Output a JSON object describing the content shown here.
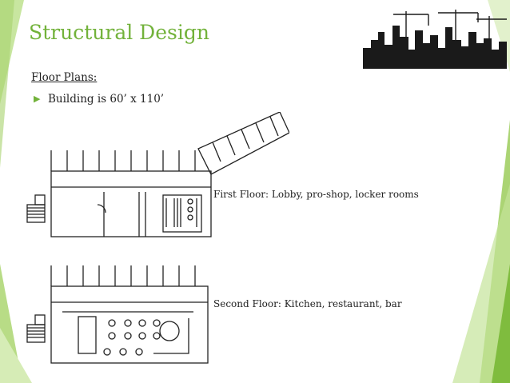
{
  "slide": {
    "title": "Structural Design",
    "subheading": "Floor Plans:",
    "bullet": "Building is 60’ x 110’"
  },
  "plans": [
    {
      "caption": "First Floor: Lobby, pro-shop, locker rooms"
    },
    {
      "caption": "Second Floor: Kitchen, restaurant, bar"
    }
  ],
  "icons": {
    "bullet": "right-triangle-arrow",
    "skyline": "city-skyline-construction-cranes"
  },
  "colors": {
    "accent": "#72b23a",
    "accent_light": "#b4dc7e",
    "text": "#222222"
  }
}
